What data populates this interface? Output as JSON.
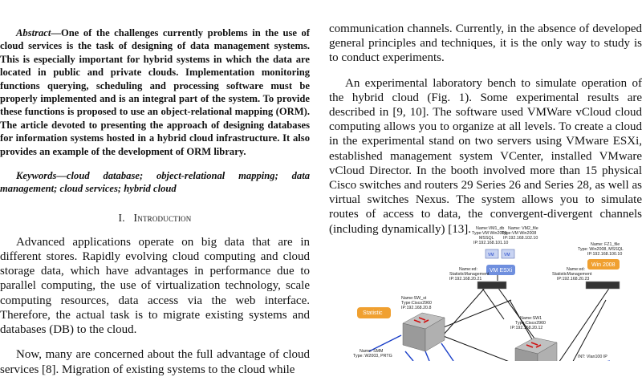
{
  "abstract": {
    "label": "Abstract",
    "text": "—One of the challenges currently problems in the use of cloud services is the task of designing of data management systems. This is especially important for hybrid systems in which the data are located in public and private clouds. Implementation monitoring functions querying, scheduling and processing software must be properly implemented and is an integral part of the system. To provide these functions is proposed to use an object-relational mapping (ORM). The article devoted to presenting the approach of designing databases for information systems hosted in a hybrid cloud infrastructure. It also provides an example of the development of ORM library."
  },
  "keywords": "Keywords—cloud database; object-relational mapping; data management; cloud services; hybrid cloud",
  "section": {
    "number": "I.",
    "title": "Introduction"
  },
  "left_paragraphs": [
    "Advanced applications operate on big data that are in different stores. Rapidly evolving cloud computing and cloud storage data, which have advantages in performance due to parallel computing, the use of virtualization technology, scale computing resources, data access via the web interface. Therefore, the actual task is to migrate existing systems and databases (DB) to the cloud.",
    "Now, many are concerned about the full advantage of cloud services [8]. Migration of existing systems to the cloud while"
  ],
  "right_paragraphs": [
    "communication channels. Currently, in the absence of developed general principles and techniques, it is the only way to study is to conduct experiments.",
    "An experimental laboratory bench to simulate operation of the hybrid cloud (Fig. 1). Some experimental results are described in [9, 10]. The software used VMWare vCloud cloud computing allows you to organize at all levels. To create a cloud in the experimental stand on two servers using VMware ESXi, established management system VCenter, installed VMware vCloud Director. In the booth involved more than 15 physical Cisco switches and routers 29 Series 26 and Series 28, as well as virtual switches Nexus. The system allows you to simulate routes of access to data, the convergent-divergent channels (including dynamically) [13]."
  ],
  "figure": {
    "vm1": [
      "Name:VM1_db",
      "Type:VM Win2008,",
      "MSSQL",
      "IP:192.168.101.10"
    ],
    "vm2": [
      "Name: VM2_file",
      "Type:VM Win2008",
      "IP:192.168.102.10"
    ],
    "fz1": [
      "Name: FZ1_file",
      "Type: Win2008, MSSQL",
      "IP:192.168.100.10"
    ],
    "vm_tag": "VM",
    "esxi_tag": "VM ESXi",
    "win_tag": "Win 2008",
    "static_tag": "Statistic",
    "stat1": [
      "Name:ed:",
      "StatisticManagement",
      "IP:192.168.20.21"
    ],
    "stat2": [
      "Name:ed:",
      "StatisticManagement",
      "IP:192.168.20.23"
    ],
    "sw1": [
      "Name:SW_st",
      "Type:Cisco2960",
      "IP:192.168.20.8"
    ],
    "sw2": [
      "Name:SW1",
      "Type:Cisco2960",
      "IP:192.168.20.12"
    ],
    "srv": [
      "Name: SMM",
      "Type: W2003, PRTG"
    ],
    "vlan": "INT: Vlan100 IP"
  }
}
